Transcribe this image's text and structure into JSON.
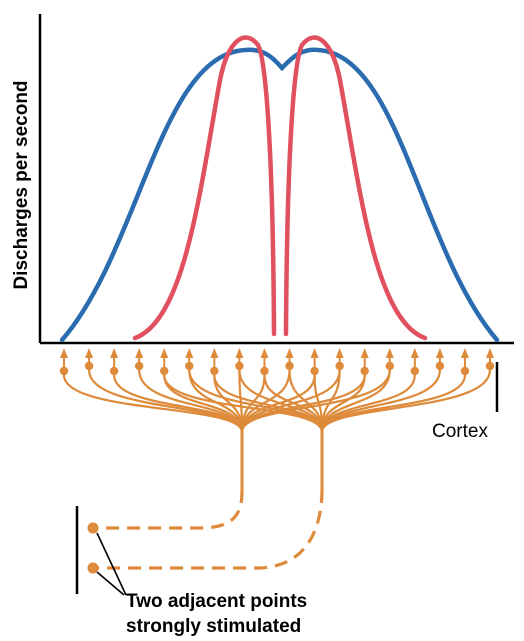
{
  "y_axis_label": "Discharges per second",
  "cortex_label": "Cortex",
  "caption_lines": [
    "Two adjacent points",
    "strongly stimulated"
  ],
  "colors": {
    "broad_curve": "#2b6cb0",
    "sharp_curves": "#e0505e",
    "neurons": "#dd8a3a",
    "axes": "#000000"
  },
  "receptor_count": 18
}
